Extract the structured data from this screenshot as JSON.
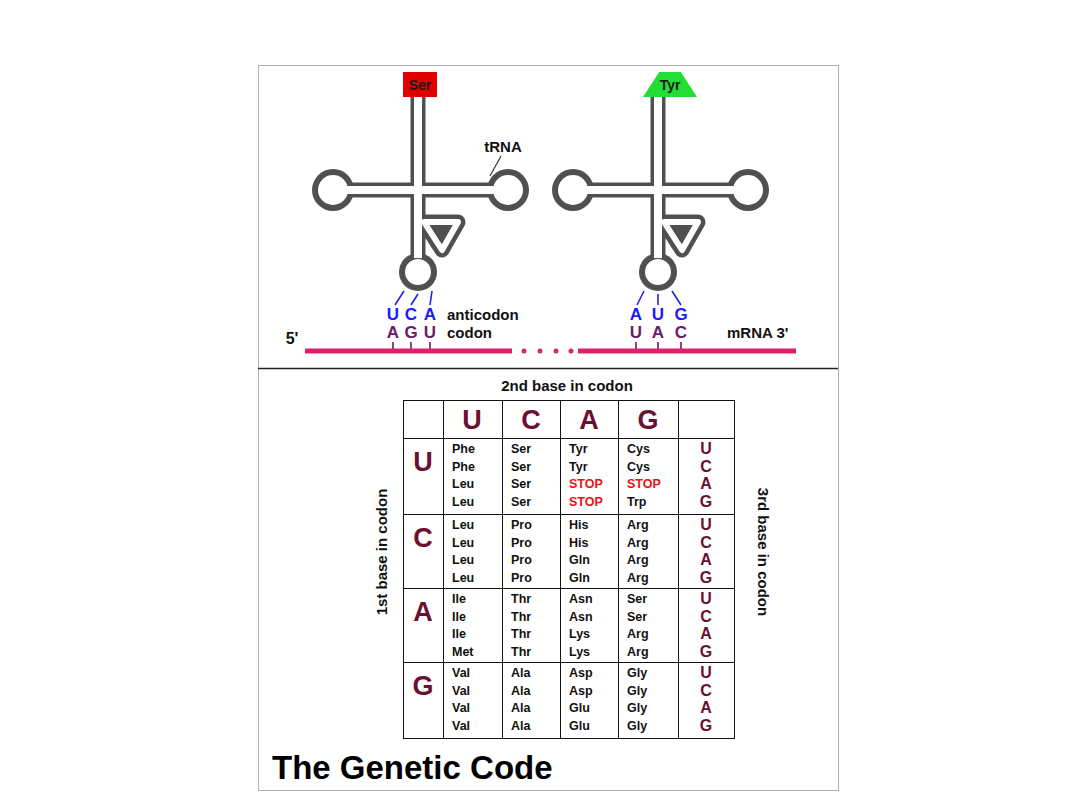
{
  "diagram": {
    "title": "The Genetic Code",
    "nodes": [
      {
        "text": [
          "Ser"
        ]
      },
      {
        "text": [
          "Tyr"
        ]
      }
    ],
    "labels": [
      "tRNA",
      "U",
      "C",
      "A",
      "anticodon",
      "A",
      "G",
      "U",
      "codon",
      "5'",
      "A",
      "U",
      "G",
      "U",
      "A",
      "C",
      "mRNA 3'",
      "2nd base in codon",
      "U",
      "C",
      "A",
      "G",
      "1st base in codon",
      "3rd base in codon",
      "U",
      "Phe",
      "Phe",
      "Leu",
      "Leu",
      "Ser",
      "Ser",
      "Ser",
      "Ser",
      "Tyr",
      "Tyr",
      "STOP",
      "STOP",
      "Cys",
      "Cys",
      "STOP",
      "Trp",
      "U",
      "C",
      "A",
      "G",
      "C",
      "Leu",
      "Leu",
      "Leu",
      "Leu",
      "Pro",
      "Pro",
      "Pro",
      "Pro",
      "His",
      "His",
      "Gln",
      "Gln",
      "Arg",
      "Arg",
      "Arg",
      "Arg",
      "U",
      "C",
      "A",
      "G",
      "A",
      "Ile",
      "Ile",
      "Ile",
      "Met",
      "Thr",
      "Thr",
      "Thr",
      "Thr",
      "Asn",
      "Asn",
      "Lys",
      "Lys",
      "Ser",
      "Ser",
      "Arg",
      "Arg",
      "U",
      "C",
      "A",
      "G",
      "G",
      "Val",
      "Val",
      "Val",
      "Val",
      "Ala",
      "Ala",
      "Ala",
      "Ala",
      "Asp",
      "Asp",
      "Glu",
      "Glu",
      "Gly",
      "Gly",
      "Gly",
      "Gly",
      "U",
      "C",
      "A",
      "G"
    ]
  }
}
